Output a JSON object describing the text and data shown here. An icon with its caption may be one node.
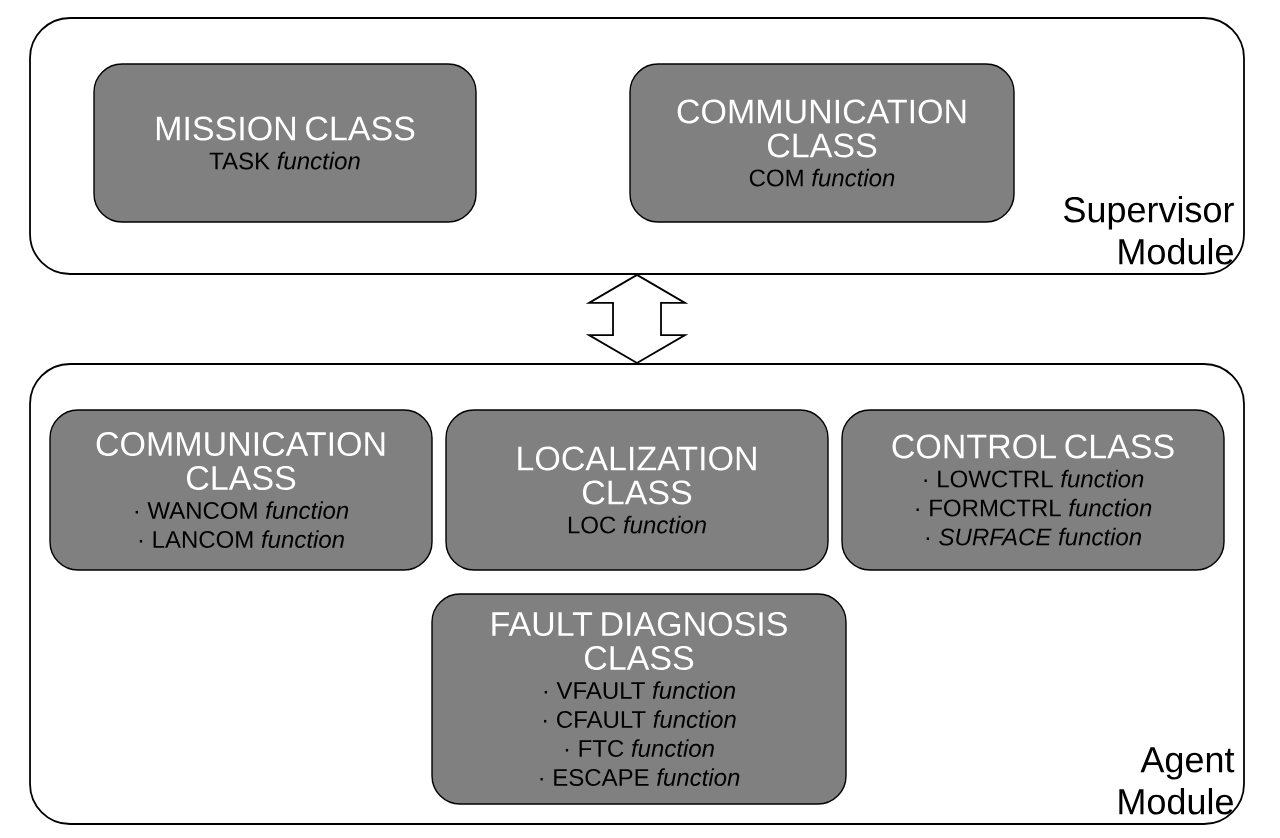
{
  "diagram": {
    "nodes": [
      {
        "text": [
          "Supervisor Module"
        ]
      },
      {
        "text": [
          "MISSION CLASS",
          "TASK *function*"
        ],
        "in": 0
      },
      {
        "text": [
          "COMMUNICATION CLASS",
          "COM *function*"
        ],
        "in": 0
      },
      {
        "text": [
          "Agent Module"
        ]
      },
      {
        "text": [
          "COMMUNICATION CLASS",
          "· WANCOM *function*",
          "· LANCOM *function*"
        ],
        "in": 3
      },
      {
        "text": [
          "LOCALIZATION CLASS",
          "LOC *function*"
        ],
        "in": 3
      },
      {
        "text": [
          "CONTROL CLASS",
          "· LOWCTRL *function*",
          "· FORMCTRL *function*",
          "· *SURFACE function*"
        ],
        "in": 3
      },
      {
        "text": [
          "FAULT DIAGNOSIS CLASS",
          "· VFAULT *function*",
          "· CFAULT *function*",
          "· FTC *function*",
          "· ESCAPE *function*"
        ],
        "in": 3
      }
    ],
    "edges": [
      {
        "from": 0,
        "to": 3,
        "arrow": "both"
      }
    ]
  }
}
